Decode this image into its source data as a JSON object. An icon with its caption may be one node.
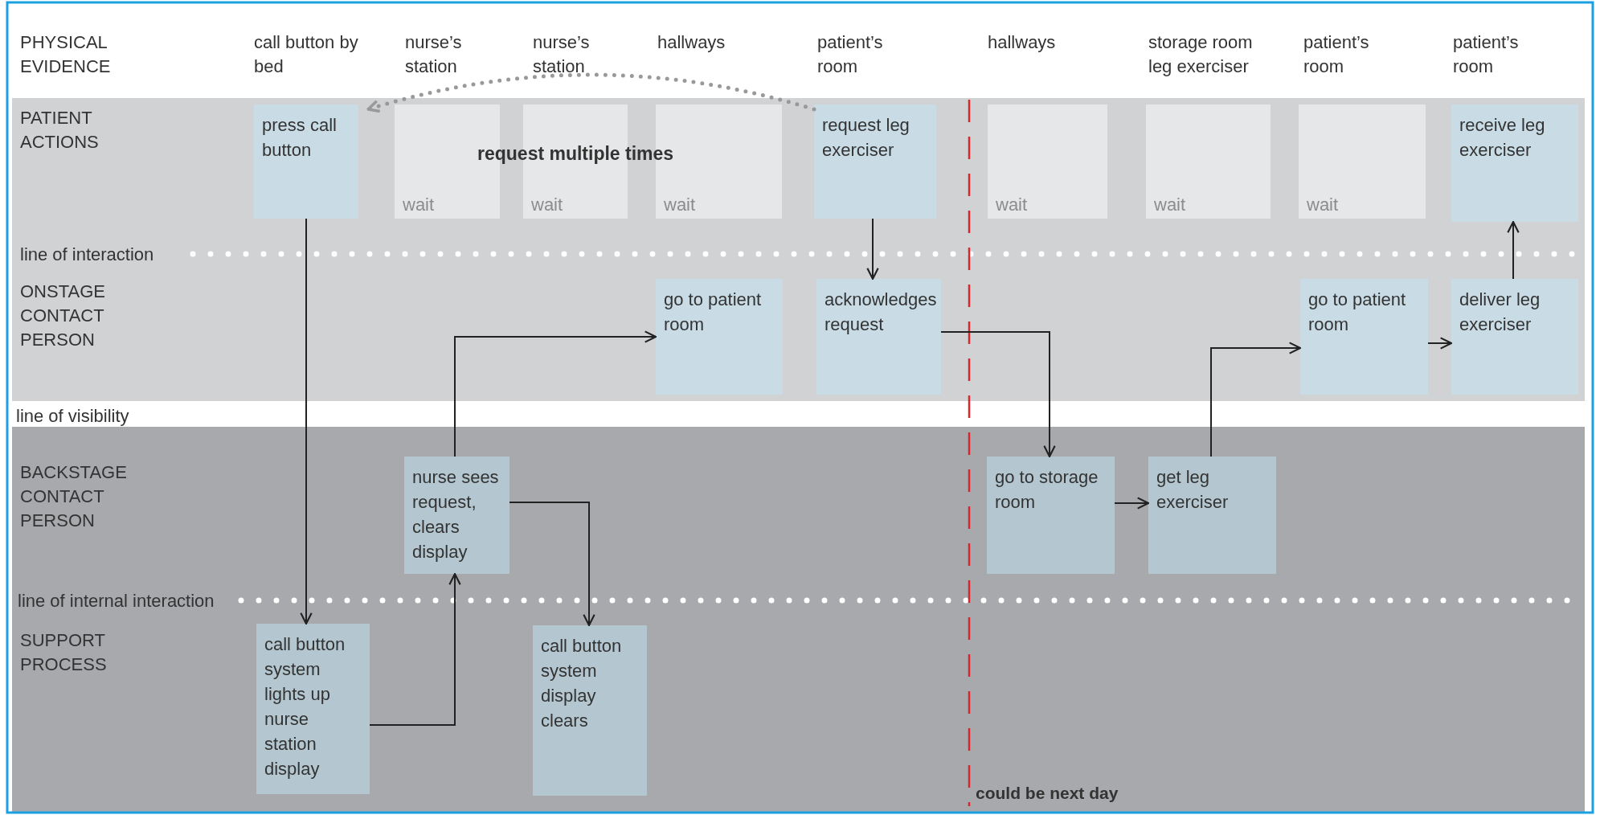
{
  "diagram": {
    "nodes": [
      {
        "text": [
          "press call button"
        ]
      },
      {
        "text": [
          "wait"
        ]
      },
      {
        "text": [
          "wait"
        ]
      },
      {
        "text": [
          "wait"
        ]
      },
      {
        "text": [
          "request leg exerciser"
        ]
      },
      {
        "text": [
          "wait"
        ]
      },
      {
        "text": [
          "wait"
        ]
      },
      {
        "text": [
          "wait"
        ]
      },
      {
        "text": [
          "receive leg exerciser"
        ]
      },
      {
        "text": [
          "go to patient room"
        ]
      },
      {
        "text": [
          "acknowledges request"
        ]
      },
      {
        "text": [
          "go to patient room"
        ]
      },
      {
        "text": [
          "deliver leg exerciser"
        ]
      },
      {
        "text": [
          "nurse sees request, clears display"
        ]
      },
      {
        "text": [
          "go to storage room"
        ]
      },
      {
        "text": [
          "get leg exerciser"
        ]
      },
      {
        "text": [
          "call button system lights up nurse station display"
        ]
      },
      {
        "text": [
          "call button system display clears"
        ]
      }
    ],
    "edges": [
      {
        "from": 0,
        "to": 16,
        "arrow": "to"
      },
      {
        "from": 16,
        "to": 13,
        "arrow": "to"
      },
      {
        "from": 13,
        "to": 9,
        "arrow": "to"
      },
      {
        "from": 13,
        "to": 17,
        "arrow": "to"
      },
      {
        "from": 4,
        "to": 10,
        "arrow": "to"
      },
      {
        "from": 10,
        "to": 14,
        "arrow": "to"
      },
      {
        "from": 14,
        "to": 15,
        "arrow": "to"
      },
      {
        "from": 15,
        "to": 11,
        "arrow": "to"
      },
      {
        "from": 11,
        "to": 12,
        "arrow": "to"
      },
      {
        "from": 12,
        "to": 8,
        "arrow": "to"
      },
      {
        "from": 4,
        "to": 0,
        "arrow": "to",
        "label": "request multiple times",
        "style": "dashed",
        "color": "#999999"
      }
    ],
    "labels": [
      "PHYSICAL EVIDENCE",
      "call button by bed",
      "nurse’s station",
      "nurse’s station",
      "hallways",
      "patient’s room",
      "hallways",
      "storage room leg exerciser",
      "patient’s room",
      "patient’s room",
      "PATIENT ACTIONS",
      "line of interaction",
      "ONSTAGE CONTACT PERSON",
      "line of visibility",
      "BACKSTAGE CONTACT PERSON",
      "line of internal interaction",
      "SUPPORT PROCESS",
      "could be next day"
    ]
  }
}
